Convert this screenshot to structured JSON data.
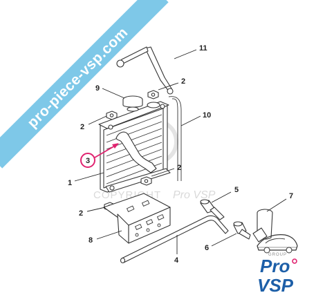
{
  "banner": {
    "text": "pro-piece-vsp.com",
    "color": "#7ec8e8"
  },
  "watermark": {
    "text": "COPYRIGHT",
    "brand": "Pro VSP"
  },
  "logo": {
    "word1": "Pro",
    "word2": "VSP",
    "tagline": "GROUP",
    "color": "#1d5fa8",
    "accent": "#e0226f"
  },
  "callouts": {
    "c11": "11",
    "c9": "9",
    "c2a": "2",
    "c2b": "2",
    "c10": "10",
    "c3": "3",
    "c1": "1",
    "c2c": "2",
    "c5": "5",
    "c7": "7",
    "c2d": "2",
    "c8": "8",
    "c6": "6",
    "c4": "4"
  },
  "highlight": {
    "part": "3",
    "color": "#e0226f"
  }
}
